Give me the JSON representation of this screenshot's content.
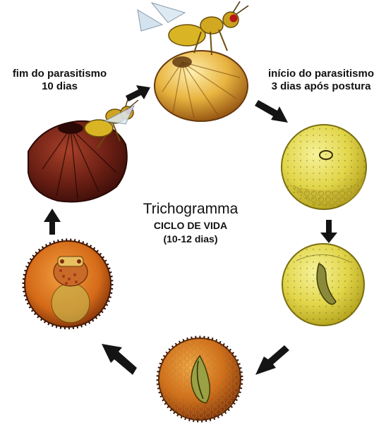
{
  "labels": {
    "end_parasitism": [
      "fim do parasitismo",
      "10 dias"
    ],
    "start_parasitism": [
      "início do parasitismo",
      "3 dias após postura"
    ]
  },
  "center": {
    "title": "Trichogramma",
    "subtitle": "CICLO DE VIDA",
    "duration": "(10-12 dias)"
  },
  "stages": [
    {
      "id": "adult-emerging",
      "icon": "wasp-on-egg-icon"
    },
    {
      "id": "egg-early",
      "icon": "yellow-egg-icon"
    },
    {
      "id": "larva-in-egg",
      "icon": "larva-egg-icon"
    },
    {
      "id": "larva-growing",
      "icon": "orange-egg-larva-icon"
    },
    {
      "id": "pupa",
      "icon": "pupa-egg-icon"
    },
    {
      "id": "dark-egg-emergence",
      "icon": "dark-egg-wasp-icon"
    }
  ],
  "colors": {
    "yellow_egg": "#e6dc52",
    "orange_egg": "#d8781e",
    "dark_egg": "#6b1f14",
    "wasp": "#d9b526",
    "arrow": "#141414"
  }
}
